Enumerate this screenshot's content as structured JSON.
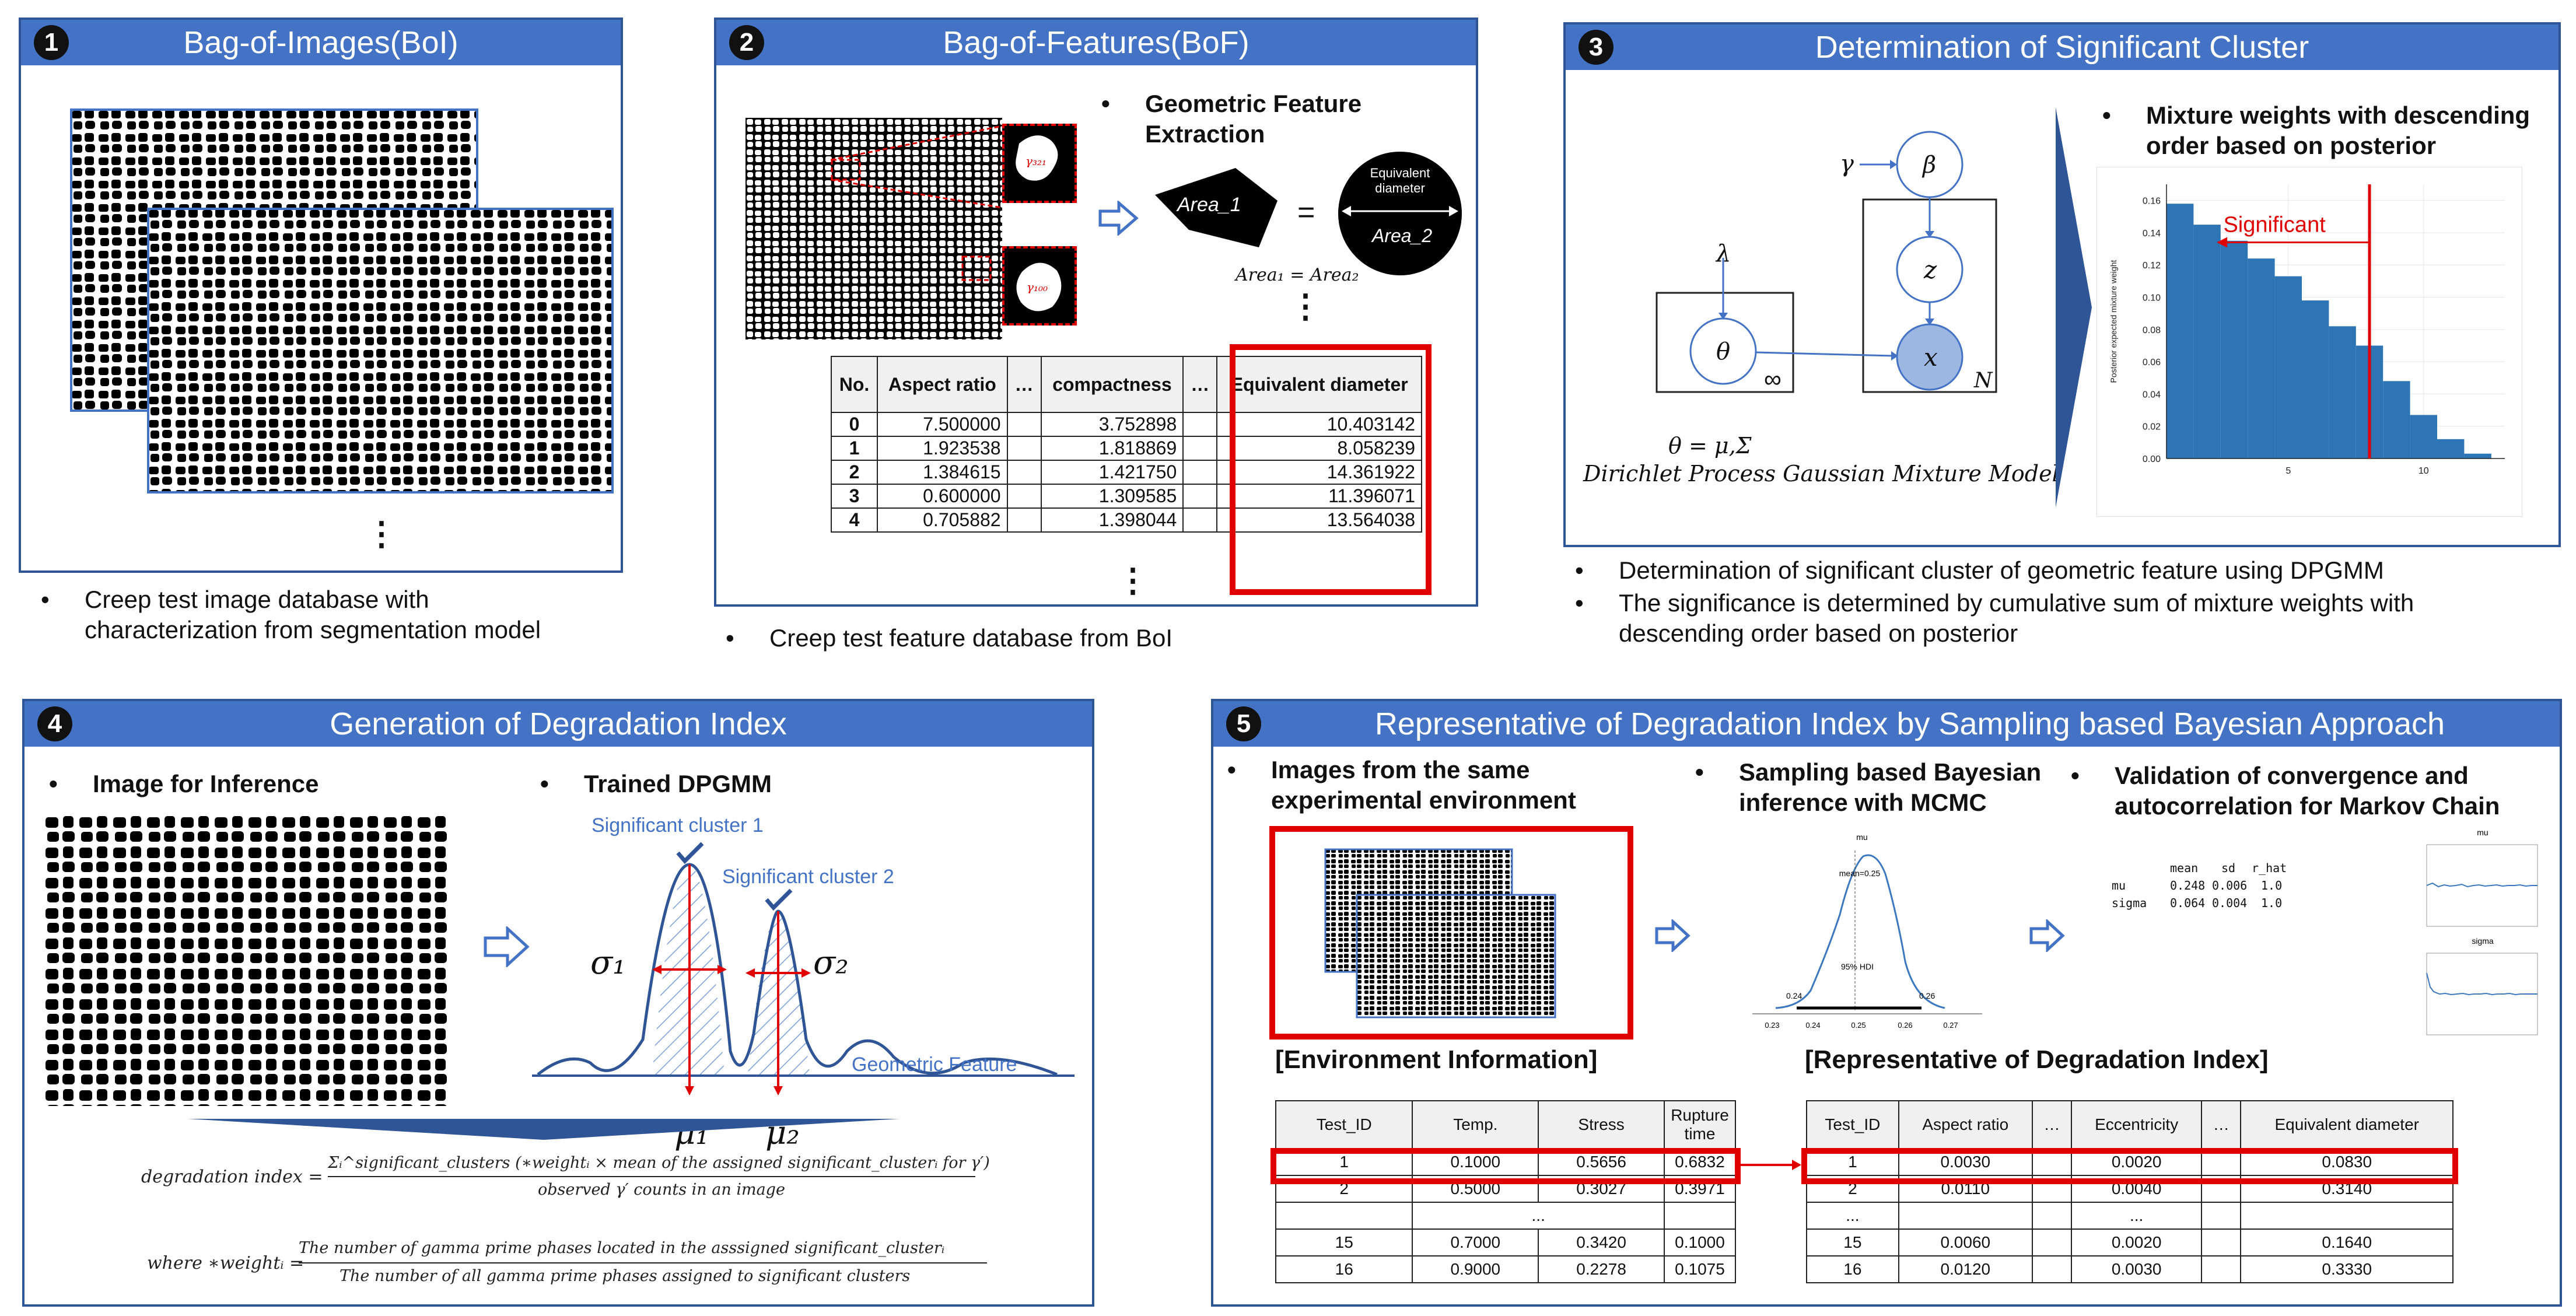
{
  "colors": {
    "panel_header": "#4472c4",
    "panel_border": "#2f5597",
    "highlight_red": "#e00000",
    "bar_blue": "#2e75b6",
    "arrow_outline": "#4472c4"
  },
  "p1": {
    "num": "1",
    "title": "Bag-of-Images(BoI)",
    "bullet": "Creep test image database with\ncharacterization from segmentation model"
  },
  "p2": {
    "num": "2",
    "title": "Bag-of-Features(BoF)",
    "feature_heading": "Geometric Feature Extraction",
    "area1": "Area_1",
    "equals": "=",
    "equiv_label": "Equivalent diameter",
    "area2": "Area_2",
    "area_eq": "Area₁ = Area₂",
    "gamma_a": "γ₃₂₁",
    "gamma_b": "γ₁₀₀",
    "table": {
      "headers": [
        "No.",
        "Aspect ratio",
        "…",
        "compactness",
        "…",
        "Equivalent diameter"
      ],
      "rows": [
        [
          "0",
          "7.500000",
          "3.752898",
          "10.403142"
        ],
        [
          "1",
          "1.923538",
          "1.818869",
          "8.058239"
        ],
        [
          "2",
          "1.384615",
          "1.421750",
          "14.361922"
        ],
        [
          "3",
          "0.600000",
          "1.309585",
          "11.396071"
        ],
        [
          "4",
          "0.705882",
          "1.398044",
          "13.564038"
        ]
      ]
    },
    "bullet": "Creep test feature database from BoI"
  },
  "p3": {
    "num": "3",
    "title": "Determination of Significant Cluster",
    "model_caption": "Dirichlet Process Gaussian Mixture Model",
    "theta_def": "θ = μ,Σ",
    "nodes": {
      "gamma": "γ",
      "beta": "β",
      "lambda": "λ",
      "theta": "θ",
      "z": "z",
      "x": "x",
      "inf": "∞",
      "n": "N"
    },
    "chart_heading": "Mixture weights with descending order based on posterior",
    "chart_annotation": "Significant",
    "bullets": [
      "Determination of significant cluster of geometric feature using DPGMM",
      "The significance is determined by cumulative sum of mixture weights with\ndescending order based on posterior"
    ]
  },
  "p4": {
    "num": "4",
    "title": "Generation of Degradation Index",
    "left_heading": "Image for Inference",
    "right_heading": "Trained DPGMM",
    "sig1": "Significant cluster 1",
    "sig2": "Significant cluster 2",
    "sigma1": "σ₁",
    "sigma2": "σ₂",
    "mu1": "μ₁",
    "mu2": "μ₂",
    "axis_label": "Geometric Feature",
    "formula_lhs": "degradation index =",
    "formula_num": "Σᵢ^significant_clusters (∗weightᵢ × mean of the assigned significant_clusterᵢ for γ′)",
    "formula_den": "observed γ′ counts in an image",
    "where_lhs": "where  ∗weightᵢ =",
    "where_num": "The number of gamma prime phases located in the asssigned significant_clusterᵢ",
    "where_den": "The number of all gamma prime phases assigned to significant clusters"
  },
  "p5": {
    "num": "5",
    "title": "Representative of Degradation Index by Sampling based Bayesian Approach",
    "h1": "Images from the same\nexperimental environment",
    "h2": "Sampling based Bayesian\ninference with MCMC",
    "h3": "Validation of convergence and\nautocorrelation for Markov Chain",
    "post_title": "mu",
    "post_mean": "mean=0.25",
    "post_hdi": "95% HDI",
    "post_low": "0.24",
    "post_high": "0.26",
    "post_ticks": [
      "0.23",
      "0.24",
      "0.25",
      "0.26",
      "0.27"
    ],
    "summary": {
      "headers": [
        "mean",
        "sd",
        "r_hat"
      ],
      "rows": [
        [
          "mu",
          "0.248",
          "0.006",
          "1.0"
        ],
        [
          "sigma",
          "0.064",
          "0.004",
          "1.0"
        ]
      ]
    },
    "trace_titles": [
      "mu",
      "sigma"
    ],
    "env_title": "[Environment Information]",
    "rep_title": "[Representative of Degradation Index]",
    "env_table": {
      "headers": [
        "Test_ID",
        "Temp.",
        "Stress",
        "Rupture time"
      ],
      "rows": [
        [
          "1",
          "0.1000",
          "0.5656",
          "0.6832"
        ],
        [
          "2",
          "0.5000",
          "0.3027",
          "0.3971"
        ],
        [
          "",
          "...",
          "",
          ""
        ],
        [
          "15",
          "0.7000",
          "0.3420",
          "0.1000"
        ],
        [
          "16",
          "0.9000",
          "0.2278",
          "0.1075"
        ]
      ]
    },
    "rep_table": {
      "headers": [
        "Test_ID",
        "Aspect ratio",
        "…",
        "Eccentricity",
        "…",
        "Equivalent diameter"
      ],
      "rows": [
        [
          "1",
          "0.0030",
          "0.0020",
          "0.0830"
        ],
        [
          "2",
          "0.0110",
          "0.0040",
          "0.3140"
        ],
        [
          "...",
          "",
          "...",
          ""
        ],
        [
          "15",
          "0.0060",
          "0.0020",
          "0.1640"
        ],
        [
          "16",
          "0.0120",
          "0.0030",
          "0.3330"
        ]
      ]
    }
  },
  "chart_data": {
    "type": "bar",
    "title": "",
    "xlabel": "",
    "ylabel": "Posterior expected mixture weight",
    "categories": [
      1,
      2,
      3,
      4,
      5,
      6,
      7,
      8,
      9,
      10,
      11,
      12
    ],
    "values": [
      0.158,
      0.145,
      0.135,
      0.124,
      0.113,
      0.098,
      0.082,
      0.07,
      0.048,
      0.027,
      0.012,
      0.003
    ],
    "xticks": [
      "5",
      "10"
    ],
    "yticks": [
      "0.00",
      "0.02",
      "0.04",
      "0.06",
      "0.08",
      "0.10",
      "0.12",
      "0.14",
      "0.16"
    ],
    "ylim": [
      0,
      0.17
    ],
    "xlim": [
      0.5,
      13
    ],
    "threshold_x": 8,
    "annotation": "Significant",
    "grid": true
  }
}
